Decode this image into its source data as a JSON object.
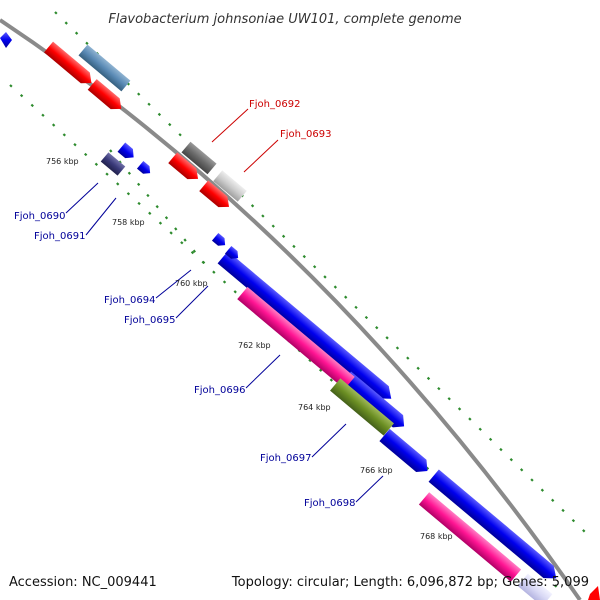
{
  "title": "Flavobacterium johnsoniae UW101, complete genome",
  "footer": {
    "accession": "Accession: NC_009441",
    "topology": "Topology: circular; Length: 6,096,872 bp; Genes: 5,099"
  },
  "colors": {
    "backbone": "#8a8a8a",
    "tick_dots": "#2e8b2e",
    "label_red": "#cc0000",
    "label_blue": "#000099"
  },
  "scale_ticks": [
    "756 kbp",
    "758 kbp",
    "760 kbp",
    "762 kbp",
    "764 kbp",
    "766 kbp",
    "768 kbp"
  ],
  "gene_labels": [
    {
      "name": "Fjoh_0692",
      "color": "#cc0000"
    },
    {
      "name": "Fjoh_0693",
      "color": "#cc0000"
    },
    {
      "name": "Fjoh_0690",
      "color": "#000099"
    },
    {
      "name": "Fjoh_0691",
      "color": "#000099"
    },
    {
      "name": "Fjoh_0694",
      "color": "#000099"
    },
    {
      "name": "Fjoh_0695",
      "color": "#000099"
    },
    {
      "name": "Fjoh_0696",
      "color": "#000099"
    },
    {
      "name": "Fjoh_0697",
      "color": "#000099"
    },
    {
      "name": "Fjoh_0698",
      "color": "#000099"
    }
  ]
}
